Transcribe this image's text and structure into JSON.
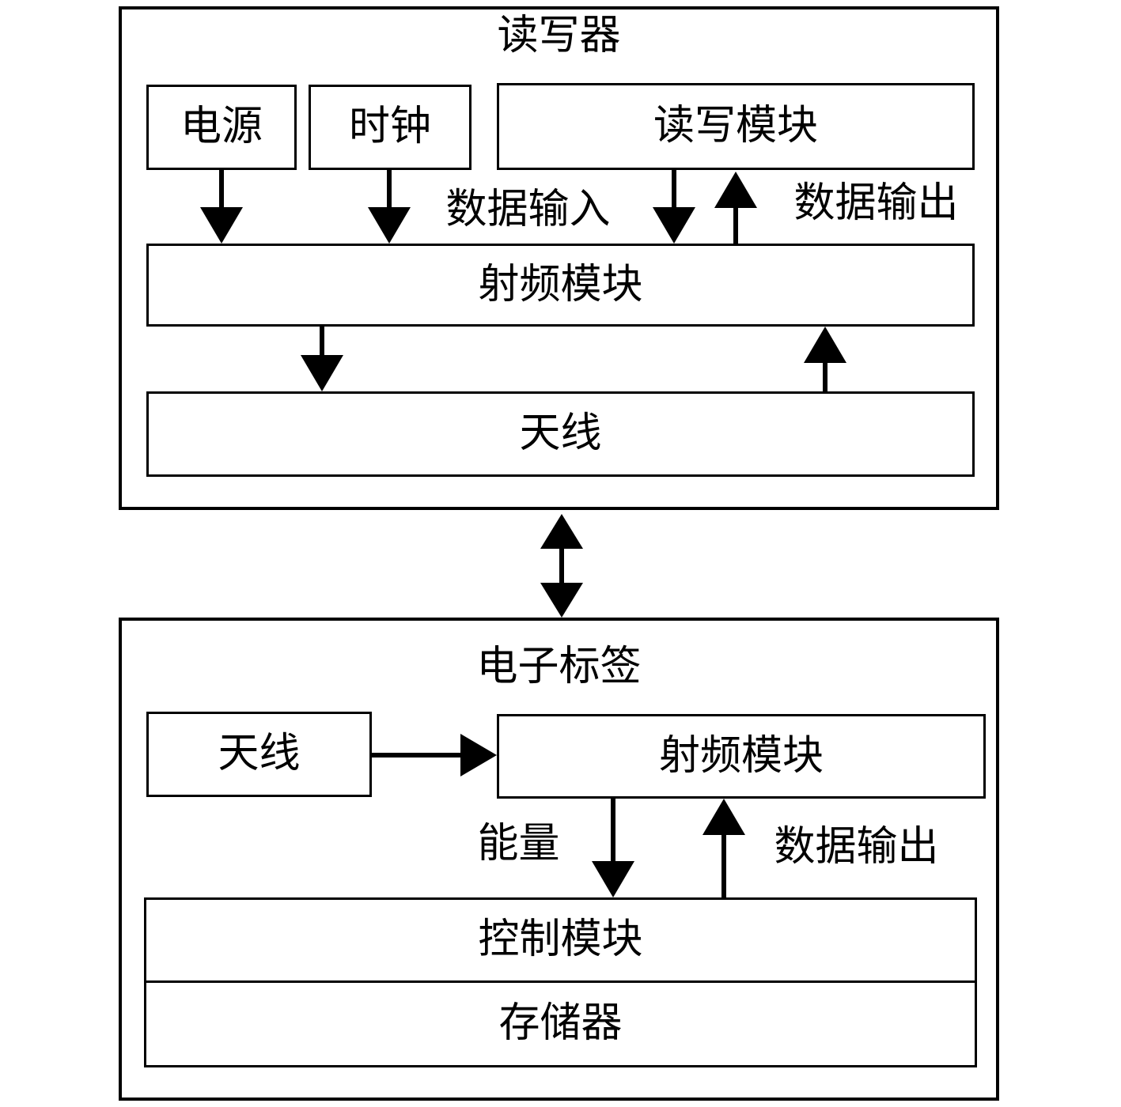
{
  "reader": {
    "title": "读写器",
    "power_label": "电源",
    "clock_label": "时钟",
    "rw_module_label": "读写模块",
    "rf_module_label": "射频模块",
    "antenna_label": "天线",
    "data_input_label": "数据输入",
    "data_output_label": "数据输出"
  },
  "tag": {
    "title": "电子标签",
    "antenna_label": "天线",
    "rf_module_label": "射频模块",
    "control_module_label": "控制模块",
    "memory_label": "存储器",
    "energy_label": "能量",
    "data_output_label": "数据输出"
  },
  "colors": {
    "line": "#000000",
    "background": "#ffffff"
  }
}
